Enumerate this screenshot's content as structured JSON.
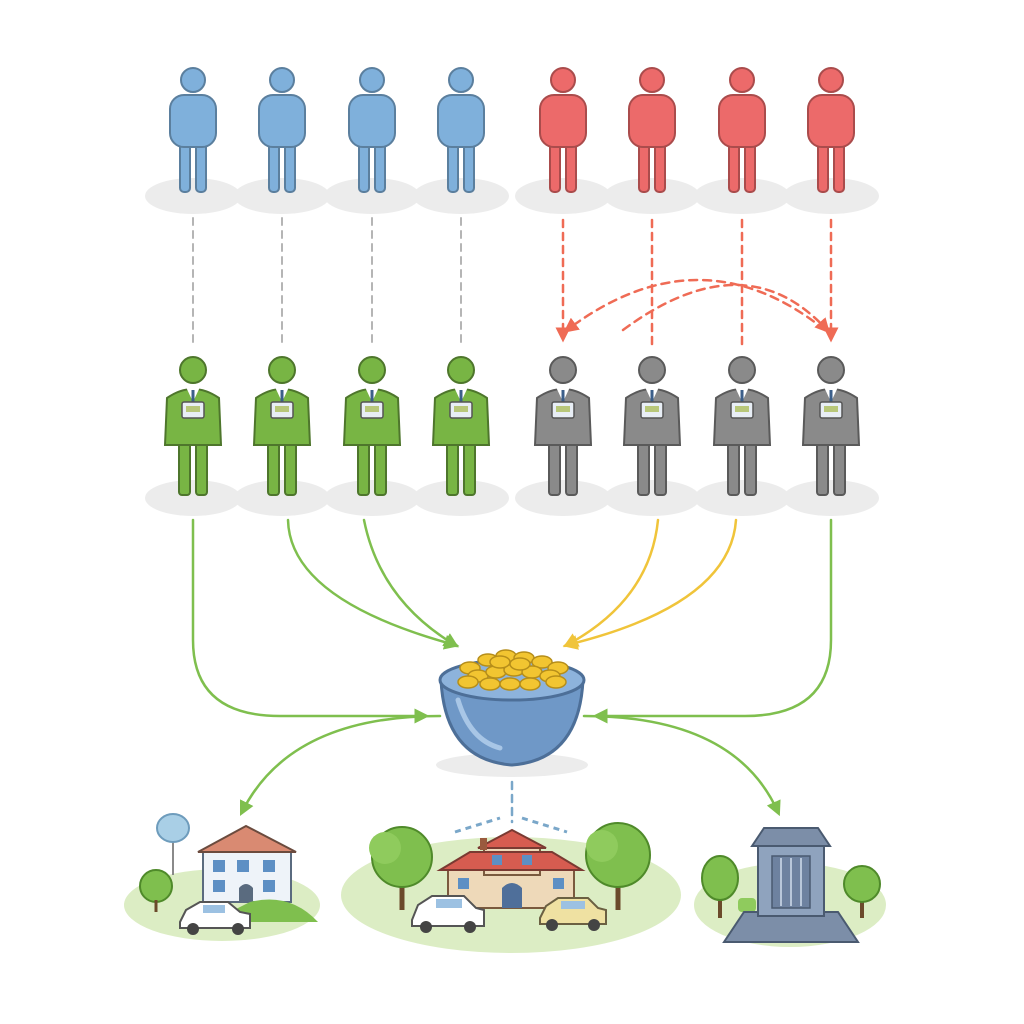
{
  "colors": {
    "voter_blue": "#7fb0db",
    "voter_red": "#ec6a6a",
    "official_green": "#78b544",
    "official_gray": "#8a8a8a",
    "arrow_green": "#7fbf4e",
    "arrow_yellow": "#f0c43a",
    "arrow_red": "#ef6b55",
    "connector_gray": "#b5b5b5",
    "pot_blue": "#6f98c7",
    "coin_gold": "#f2c531",
    "grass": "#d6e9b8",
    "shadow": "#ececec"
  },
  "voters": [
    {
      "group": "blue"
    },
    {
      "group": "blue"
    },
    {
      "group": "blue"
    },
    {
      "group": "blue"
    },
    {
      "group": "red"
    },
    {
      "group": "red"
    },
    {
      "group": "red"
    },
    {
      "group": "red"
    }
  ],
  "officials": [
    {
      "group": "green"
    },
    {
      "group": "green"
    },
    {
      "group": "green"
    },
    {
      "group": "green"
    },
    {
      "group": "gray"
    },
    {
      "group": "gray"
    },
    {
      "group": "gray"
    },
    {
      "group": "gray"
    }
  ],
  "destinations": [
    {
      "icon": "house-with-car-icon"
    },
    {
      "icon": "neighborhood-icon"
    },
    {
      "icon": "government-building-icon"
    }
  ]
}
